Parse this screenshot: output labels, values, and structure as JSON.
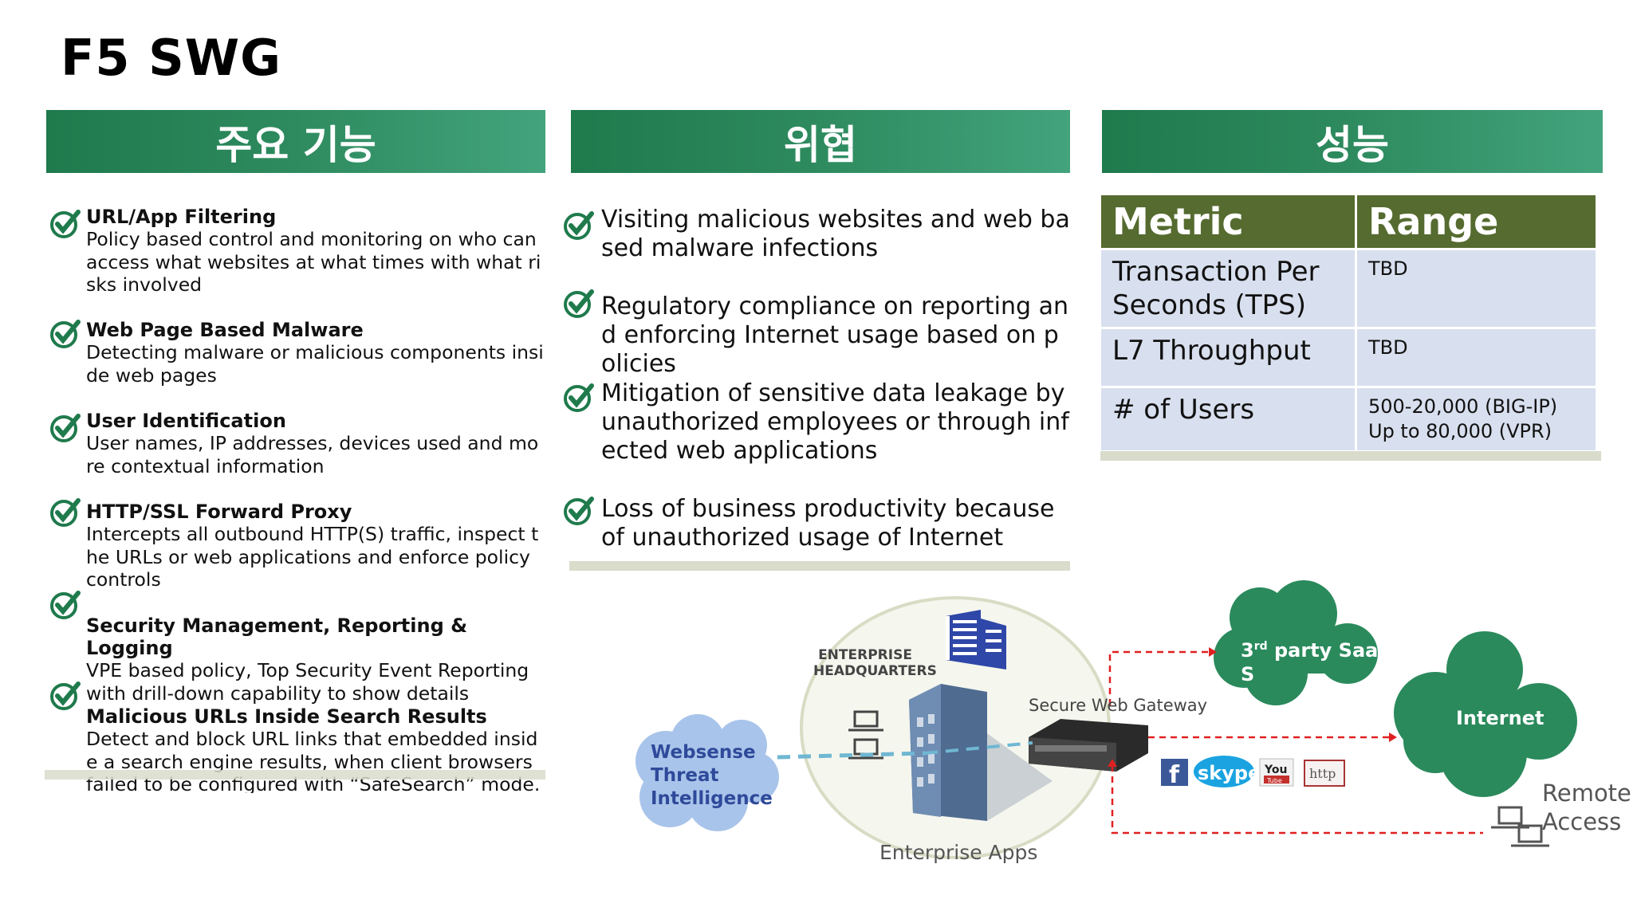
{
  "title": "F5 SWG",
  "columns": {
    "features_header": "주요 기능",
    "threats_header": "위협",
    "performance_header": "성능"
  },
  "features": [
    {
      "title": "URL/App Filtering",
      "desc": "Policy based control and monitoring on who can access what websites at what times with what risks involved"
    },
    {
      "title": "Web Page Based Malware",
      "desc": "Detecting malware or malicious components inside web pages"
    },
    {
      "title": "User Identification",
      "desc": "User names, IP addresses, devices used and more contextual information"
    },
    {
      "title": "HTTP/SSL Forward Proxy",
      "desc": "Intercepts all outbound HTTP(S) traffic, inspect the URLs or web applications and enforce policy controls"
    },
    {
      "title": "Security Management, Reporting & Logging",
      "desc": "VPE based policy, Top Security Event Reporting with drill-down capability to show details"
    },
    {
      "title": "Malicious URLs Inside Search Results",
      "desc": "Detect and block URL links that embedded inside a search engine results, when client browsers failed to be configured with “SafeSearch” mode."
    }
  ],
  "threats": [
    "Visiting malicious websites and web based malware infections",
    "Regulatory compliance on reporting and enforcing Internet usage based on policies",
    "Mitigation of sensitive data leakage by unauthorized employees or through infected web applications",
    "Loss of business productivity because of unauthorized usage of Internet"
  ],
  "performance": {
    "headers": [
      "Metric",
      "Range"
    ],
    "rows": [
      {
        "metric": "Transaction Per Seconds (TPS)",
        "range": [
          "TBD"
        ]
      },
      {
        "metric": "L7 Throughput",
        "range": [
          "TBD"
        ]
      },
      {
        "metric": "# of Users",
        "range": [
          "500-20,000 (BIG-IP)",
          "Up to 80,000 (VPR)"
        ]
      }
    ]
  },
  "diagram": {
    "hq_line1": "ENTERPRISE",
    "hq_line2": "HEADQUARTERS",
    "swg_label": "Secure Web Gateway",
    "apps_label": "Enterprise Apps",
    "websense_line1": "Websense",
    "websense_line2": "Threat",
    "websense_line3": "Intelligence",
    "saas_prefix": "3",
    "saas_sup": "rd",
    "saas_rest": " party Saa",
    "saas_line2": "S",
    "internet_label": "Internet",
    "remote_line1": "Remote",
    "remote_line2": "Access",
    "facebook_glyph": "f",
    "skype_text": "skype",
    "youtube_you": "You",
    "youtube_tube": "Tube",
    "http_text": "http",
    "colors": {
      "header_green": "#2e8b5f",
      "cloud_green": "#2a8a5c",
      "websense_blue": "#a9c4ea",
      "websense_text": "#2f4a9a",
      "table_header": "#556b2f",
      "table_cell": "#d8dfee",
      "dashed_red": "#e02020"
    }
  }
}
